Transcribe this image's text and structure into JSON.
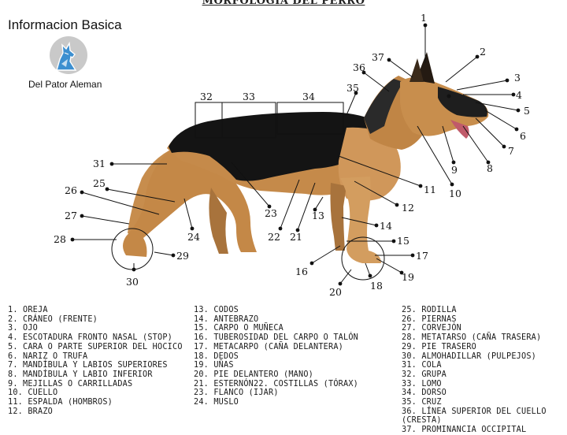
{
  "title": "MORFOLOGIA DEL PERRO",
  "brand": {
    "title": "Informacion Basica",
    "subtitle": "Del Pator Aleman"
  },
  "colors": {
    "black_saddle": "#141414",
    "tan": "#b98145",
    "tan_light": "#d7a464",
    "text": "#111111"
  },
  "icons": [
    "howling-wolf-logo-icon"
  ],
  "callouts": [
    "1",
    "2",
    "3",
    "4",
    "5",
    "6",
    "7",
    "8",
    "9",
    "10",
    "11",
    "12",
    "13",
    "14",
    "15",
    "16",
    "17",
    "18",
    "19",
    "20",
    "21",
    "22",
    "23",
    "24",
    "25",
    "26",
    "27",
    "28",
    "29",
    "30",
    "31",
    "32",
    "33",
    "34",
    "35",
    "36",
    "37"
  ],
  "legend": {
    "col1": [
      "1. OREJA",
      "2. CRÁNEO (FRENTE)",
      "3. OJO",
      "4. ESCOTADURA FRONTO NASAL (STOP)",
      "5. CARA O PARTE SUPERIOR DEL HOCICO",
      "6. NARIZ O TRUFA",
      "7. MANDÍBULA Y LABIOS SUPERIORES",
      "8. MANDÍBULA Y LABIO INFERIOR",
      "9. MEJILLAS O CARRILLADAS",
      "10. CUELLO",
      "11. ESPALDA (HOMBROS)",
      "12. BRAZO"
    ],
    "col2": [
      "13. CODOS",
      "14. ANTEBRAZO",
      "15. CARPO O MUÑECA",
      "16. TUBEROSIDAD DEL CARPO O TALÓN",
      "17. METACARPO (CAÑA DELANTERA)",
      "18. DEDOS",
      "19. UÑAS",
      "20. PIE DELANTERO (MANO)",
      "21. ESTERNÓN22. COSTILLAS (TÓRAX)",
      "23. FLANCO (IJAR)",
      "24. MUSLO"
    ],
    "col3": [
      "25. RODILLA",
      "26. PIERNAS",
      "27. CORVEJÓN",
      "28. METATARSO (CAÑA TRASERA)",
      "29. PIE TRASERO",
      "30. ALMOHADILLAR (PULPEJOS)",
      "31. COLA",
      "32. GRUPA",
      "33. LOMO",
      "34. DORSO",
      "35. CRUZ",
      "36. LÍNEA SUPERIOR DEL CUELLO (CRESTA)",
      "37. PROMINANCIA OCCIPITAL"
    ]
  }
}
